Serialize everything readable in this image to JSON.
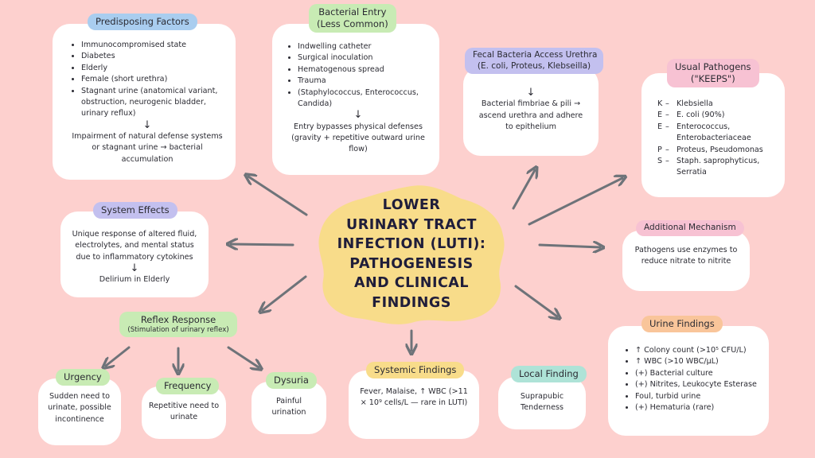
{
  "center": {
    "title_lines": [
      "LOWER",
      "URINARY TRACT",
      "INFECTION (LUTI):",
      "PATHOGENESIS",
      "AND CLINICAL",
      "FINDINGS"
    ]
  },
  "colors": {
    "background": "#fdd0ce",
    "center_blob": "#f8dc8a",
    "blue": "#a9cdef",
    "green": "#c8ebb4",
    "purple": "#c3c0ef",
    "pink": "#f7c2d3",
    "orange": "#f9c59a",
    "teal": "#aee3d7",
    "yellow": "#f8dc8a",
    "arrow": "#6e7379"
  },
  "predisposing": {
    "title": "Predisposing Factors",
    "items": [
      "Immunocompromised state",
      "Diabetes",
      "Elderly",
      "Female (short urethra)",
      "Stagnant urine (anatomical variant, obstruction, neurogenic bladder, urinary reflux)"
    ],
    "arrow": "↓",
    "result": "Impairment of natural defense systems or stagnant urine → bacterial accumulation"
  },
  "bacterial_entry": {
    "title_line1": "Bacterial Entry",
    "title_line2": "(Less Common)",
    "items": [
      "Indwelling catheter",
      "Surgical inoculation",
      "Hematogenous spread",
      "Trauma",
      "(Staphylococcus, Enterococcus, Candida)"
    ],
    "arrow": "↓",
    "result": "Entry bypasses physical defenses (gravity + repetitive outward urine flow)"
  },
  "fecal": {
    "title_line1": "Fecal Bacteria Access Urethra",
    "title_line2": "(E. coli, Proteus, Klebseilla)",
    "arrow": "↓",
    "result": "Bacterial fimbriae & pili → ascend urethra and adhere to epithelium"
  },
  "pathogens": {
    "title_line1": "Usual Pathogens",
    "title_line2": "(\"KEEPS\")",
    "rows": [
      {
        "letter": "K",
        "text": "Klebsiella"
      },
      {
        "letter": "E",
        "text": "E. coli (90%)"
      },
      {
        "letter": "E",
        "text": "Enterococcus, Enterobacteriaceae"
      },
      {
        "letter": "P",
        "text": "Proteus, Pseudomonas"
      },
      {
        "letter": "S",
        "text": "Staph. saprophyticus, Serratia"
      }
    ]
  },
  "system_effects": {
    "title": "System Effects",
    "text": "Unique response of altered fluid, electrolytes, and mental status due to inflammatory cytokines",
    "arrow": "↓",
    "result": "Delirium in Elderly"
  },
  "additional": {
    "title": "Additional Mechanism",
    "text": "Pathogens use enzymes to reduce nitrate to nitrite"
  },
  "reflex": {
    "title": "Reflex Response",
    "subtitle": "(Stimulation of urinary reflex)"
  },
  "urgency": {
    "title": "Urgency",
    "text": "Sudden need to urinate, possible incontinence"
  },
  "frequency": {
    "title": "Frequency",
    "text": "Repetitive need to urinate"
  },
  "dysuria": {
    "title": "Dysuria",
    "text": "Painful urination"
  },
  "systemic": {
    "title": "Systemic Findings",
    "text": "Fever, Malaise, ↑ WBC (>11 × 10⁹ cells/L — rare in LUTI)"
  },
  "local": {
    "title": "Local Finding",
    "text": "Suprapubic Tenderness"
  },
  "urine": {
    "title": "Urine Findings",
    "items": [
      "↑ Colony count (>10⁵ CFU/L)",
      "↑ WBC (>10 WBC/µL)",
      "(+) Bacterial culture",
      "(+) Nitrites, Leukocyte Esterase",
      "Foul, turbid urine",
      "(+) Hematuria (rare)"
    ]
  }
}
